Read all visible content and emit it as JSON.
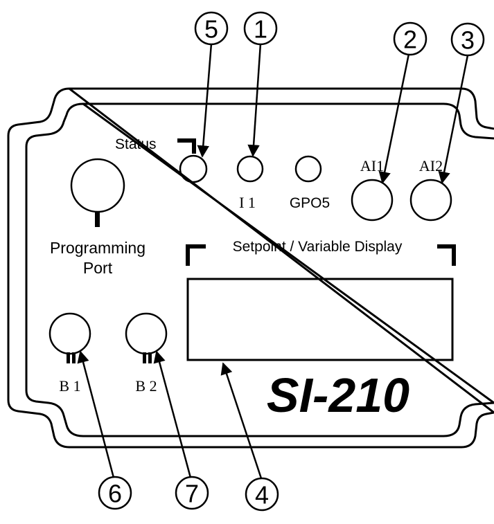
{
  "panel": {
    "model_name": "SI-210",
    "programming_port_label_line1": "Programming",
    "programming_port_label_line2": "Port",
    "status_label": "Status",
    "i1_label": "I 1",
    "gpo5_label": "GPO5",
    "ai1_label": "AI1",
    "ai2_label": "AI2",
    "display_label": "Setpoint / Variable Display",
    "b1_label": "B 1",
    "b2_label": "B 2"
  },
  "callouts": [
    "5",
    "1",
    "2",
    "3",
    "6",
    "7",
    "4"
  ]
}
